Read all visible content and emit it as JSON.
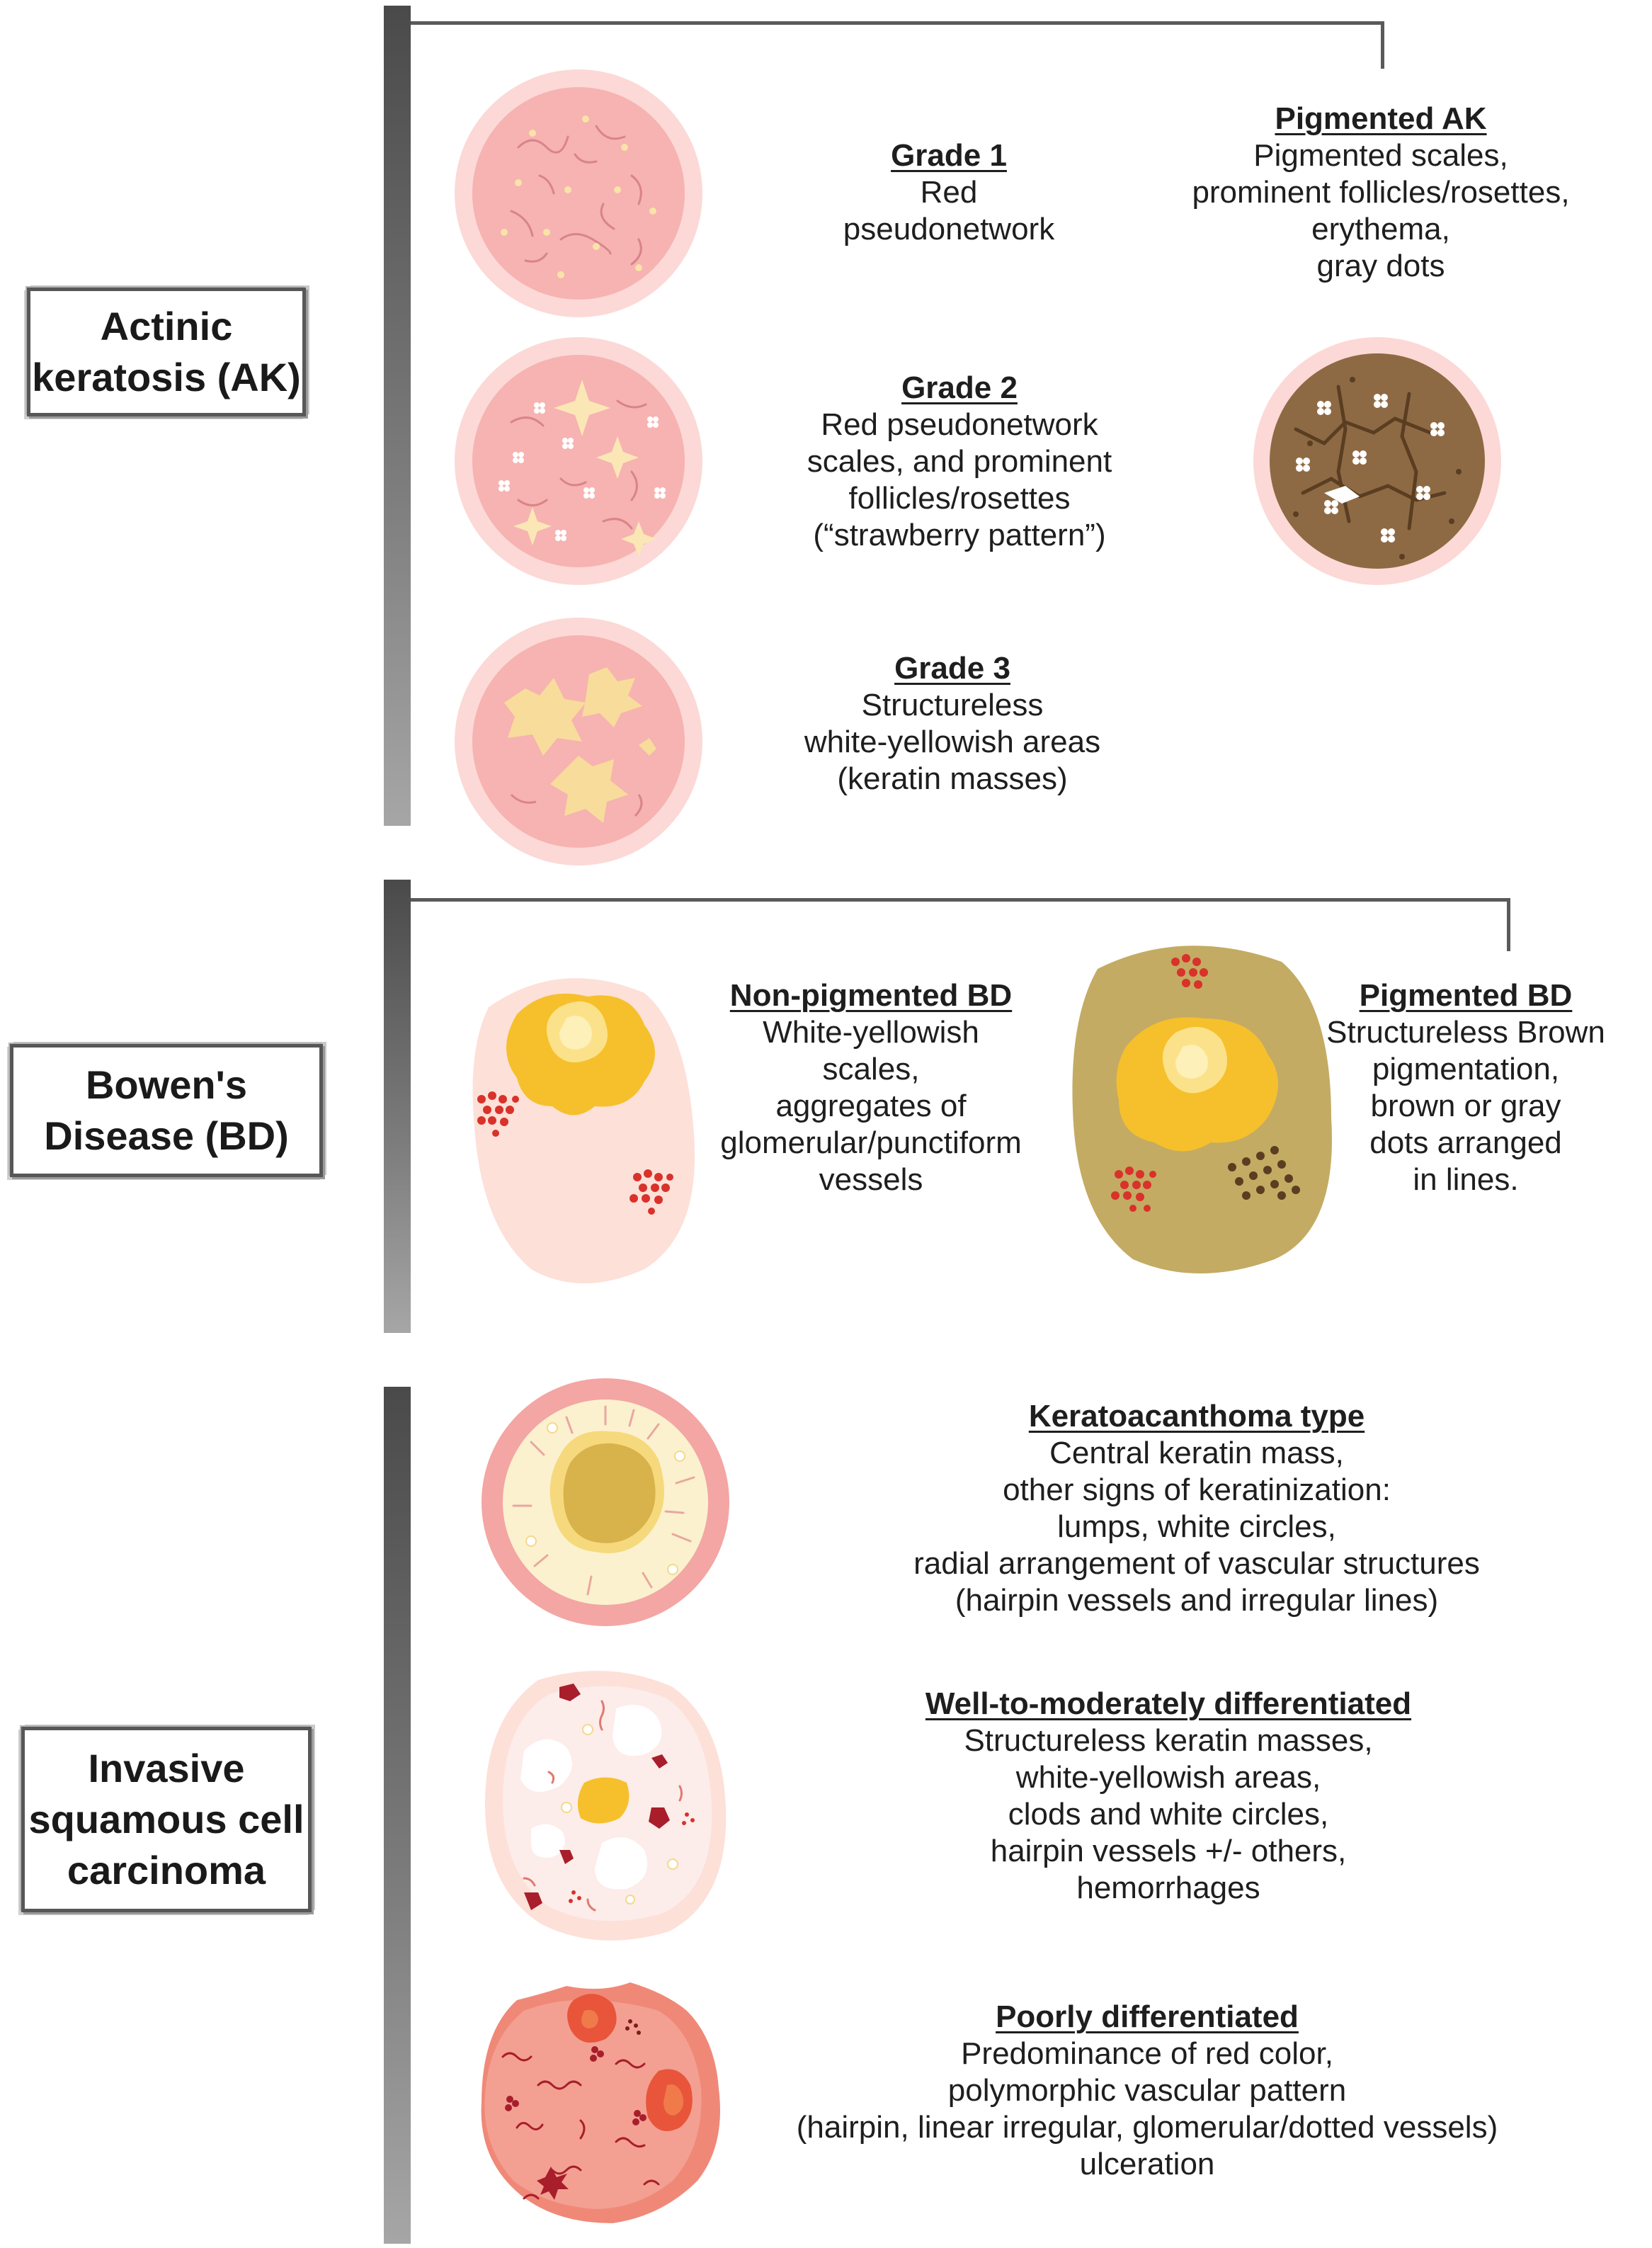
{
  "sections": {
    "ak": {
      "label": "Actinic keratosis (AK)",
      "label_lines": [
        "Actinic",
        "keratosis (AK)"
      ],
      "grade1": {
        "title": "Grade 1",
        "lines": [
          "Red",
          "pseudonetwork"
        ]
      },
      "grade2": {
        "title": "Grade 2",
        "lines": [
          "Red pseudonetwork",
          "scales, and prominent",
          "follicles/rosettes",
          "(“strawberry pattern”)"
        ]
      },
      "grade3": {
        "title": "Grade 3",
        "lines": [
          "Structureless",
          "white-yellowish areas",
          "(keratin masses)"
        ]
      },
      "pigmented": {
        "title": "Pigmented AK",
        "lines": [
          "Pigmented scales,",
          "prominent follicles/rosettes,",
          "erythema,",
          "gray dots"
        ]
      }
    },
    "bd": {
      "label": "Bowen's Disease (BD)",
      "label_lines": [
        "Bowen's",
        "Disease (BD)"
      ],
      "nonpigmented": {
        "title": "Non-pigmented BD",
        "lines": [
          "White-yellowish",
          "scales,",
          "aggregates of",
          "glomerular/punctiform",
          "vessels"
        ]
      },
      "pigmented": {
        "title": "Pigmented BD",
        "lines": [
          "Structureless Brown",
          "pigmentation,",
          "brown or gray",
          "dots arranged",
          "in lines."
        ]
      }
    },
    "scc": {
      "label": "Invasive squamous cell carcinoma",
      "label_lines": [
        "Invasive",
        "squamous cell",
        "carcinoma"
      ],
      "kerato": {
        "title": "Keratoacanthoma type",
        "lines": [
          "Central keratin mass,",
          "other signs of keratinization:",
          "lumps, white circles,",
          "radial arrangement of vascular structures",
          "(hairpin vessels and irregular lines)"
        ]
      },
      "welldiff": {
        "title": "Well-to-moderately differentiated",
        "lines": [
          "Structureless keratin masses,",
          "white-yellowish areas,",
          "clods and white circles,",
          "hairpin vessels +/- others,",
          "hemorrhages"
        ]
      },
      "poorly": {
        "title": "Poorly differentiated",
        "lines": [
          "Predominance of red color,",
          "polymorphic vascular pattern",
          "(hairpin, linear irregular, glomerular/dotted vessels)",
          "ulceration"
        ]
      }
    }
  },
  "colors": {
    "skin_ring": "#fcd9d6",
    "skin_pink": "#f6b3b1",
    "vessel": "#d9848a",
    "keratin": "#f8e2a5",
    "yellow": "#f4c33a",
    "brown": "#8e6a44",
    "olive": "#c3ab63",
    "red_dot": "#d8322a"
  }
}
